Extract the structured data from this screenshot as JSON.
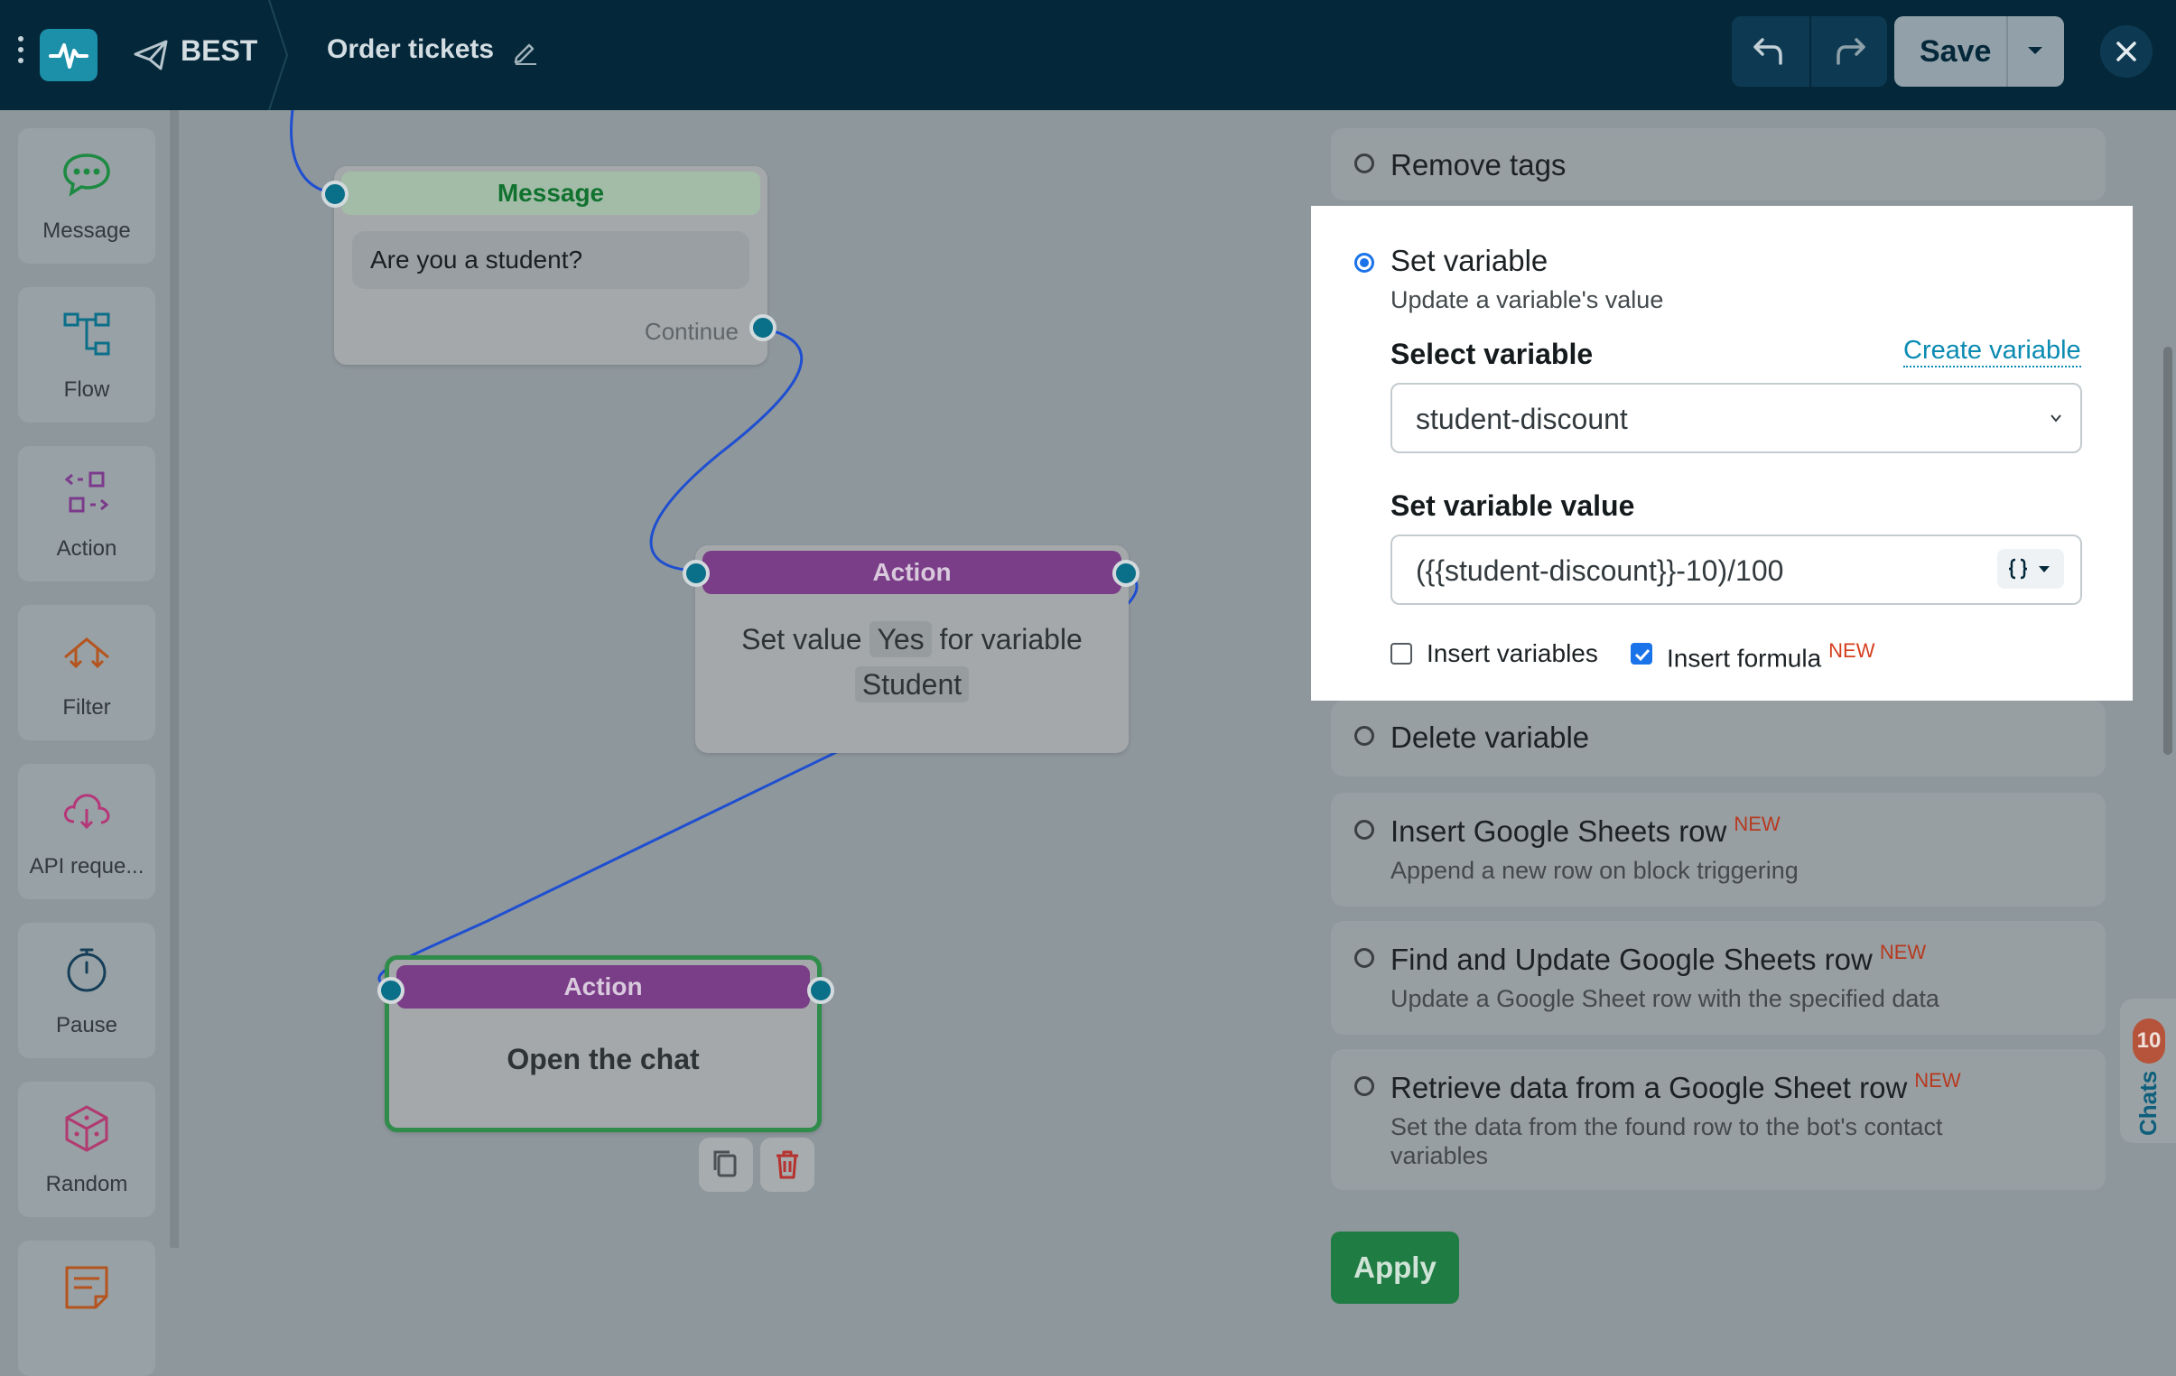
{
  "topbar": {
    "bot_name": "BEST",
    "flow_title": "Order tickets",
    "save_label": "Save"
  },
  "sidebar": {
    "items": [
      {
        "label": "Message",
        "icon": "chat-bubble-icon"
      },
      {
        "label": "Flow",
        "icon": "flow-icon"
      },
      {
        "label": "Action",
        "icon": "action-icon"
      },
      {
        "label": "Filter",
        "icon": "filter-icon"
      },
      {
        "label": "API reque...",
        "icon": "cloud-icon"
      },
      {
        "label": "Pause",
        "icon": "stopwatch-icon"
      },
      {
        "label": "Random",
        "icon": "dice-icon"
      },
      {
        "label": "",
        "icon": "note-icon"
      }
    ]
  },
  "canvas": {
    "message_node": {
      "header": "Message",
      "text": "Are you a student?",
      "continue_label": "Continue"
    },
    "action_node_1": {
      "header": "Action",
      "prefix": "Set value",
      "value_tag": "Yes",
      "middle": "for variable",
      "variable_tag": "Student"
    },
    "action_node_2": {
      "header": "Action",
      "text": "Open the chat"
    }
  },
  "panel": {
    "remove_tags": {
      "title": "Remove tags"
    },
    "set_variable": {
      "title": "Set variable",
      "subtitle": "Update a variable's value",
      "select_label": "Select variable",
      "create_link": "Create variable",
      "selected_variable": "student-discount",
      "value_label": "Set variable value",
      "value_input": "({{student-discount}}-10)/100",
      "insert_variables_label": "Insert variables",
      "insert_variables_checked": false,
      "insert_formula_label": "Insert formula",
      "insert_formula_checked": true,
      "new_badge": "NEW"
    },
    "delete_variable": {
      "title": "Delete variable"
    },
    "insert_sheets_row": {
      "title": "Insert Google Sheets row",
      "new_badge": "NEW",
      "subtitle": "Append a new row on block triggering"
    },
    "find_update_sheets_row": {
      "title": "Find and Update Google Sheets row",
      "new_badge": "NEW",
      "subtitle": "Update a Google Sheet row with the specified data"
    },
    "retrieve_sheets_row": {
      "title": "Retrieve data from a Google Sheet row",
      "new_badge": "NEW",
      "subtitle_line1": "Set the data from the found row to the bot's contact",
      "subtitle_line2": "variables"
    },
    "apply_label": "Apply"
  },
  "chats": {
    "label": "Chats",
    "count": "10"
  },
  "colors": {
    "topbar": "#04283a",
    "message_accent": "#11722f",
    "action_header": "#7a3d87",
    "port": "#0a6f88",
    "wire": "#1f4fd1",
    "link": "#0b8bb2",
    "radio_selected": "#1a73e8",
    "apply": "#1f7c43",
    "new_badge": "#b73a1f"
  }
}
